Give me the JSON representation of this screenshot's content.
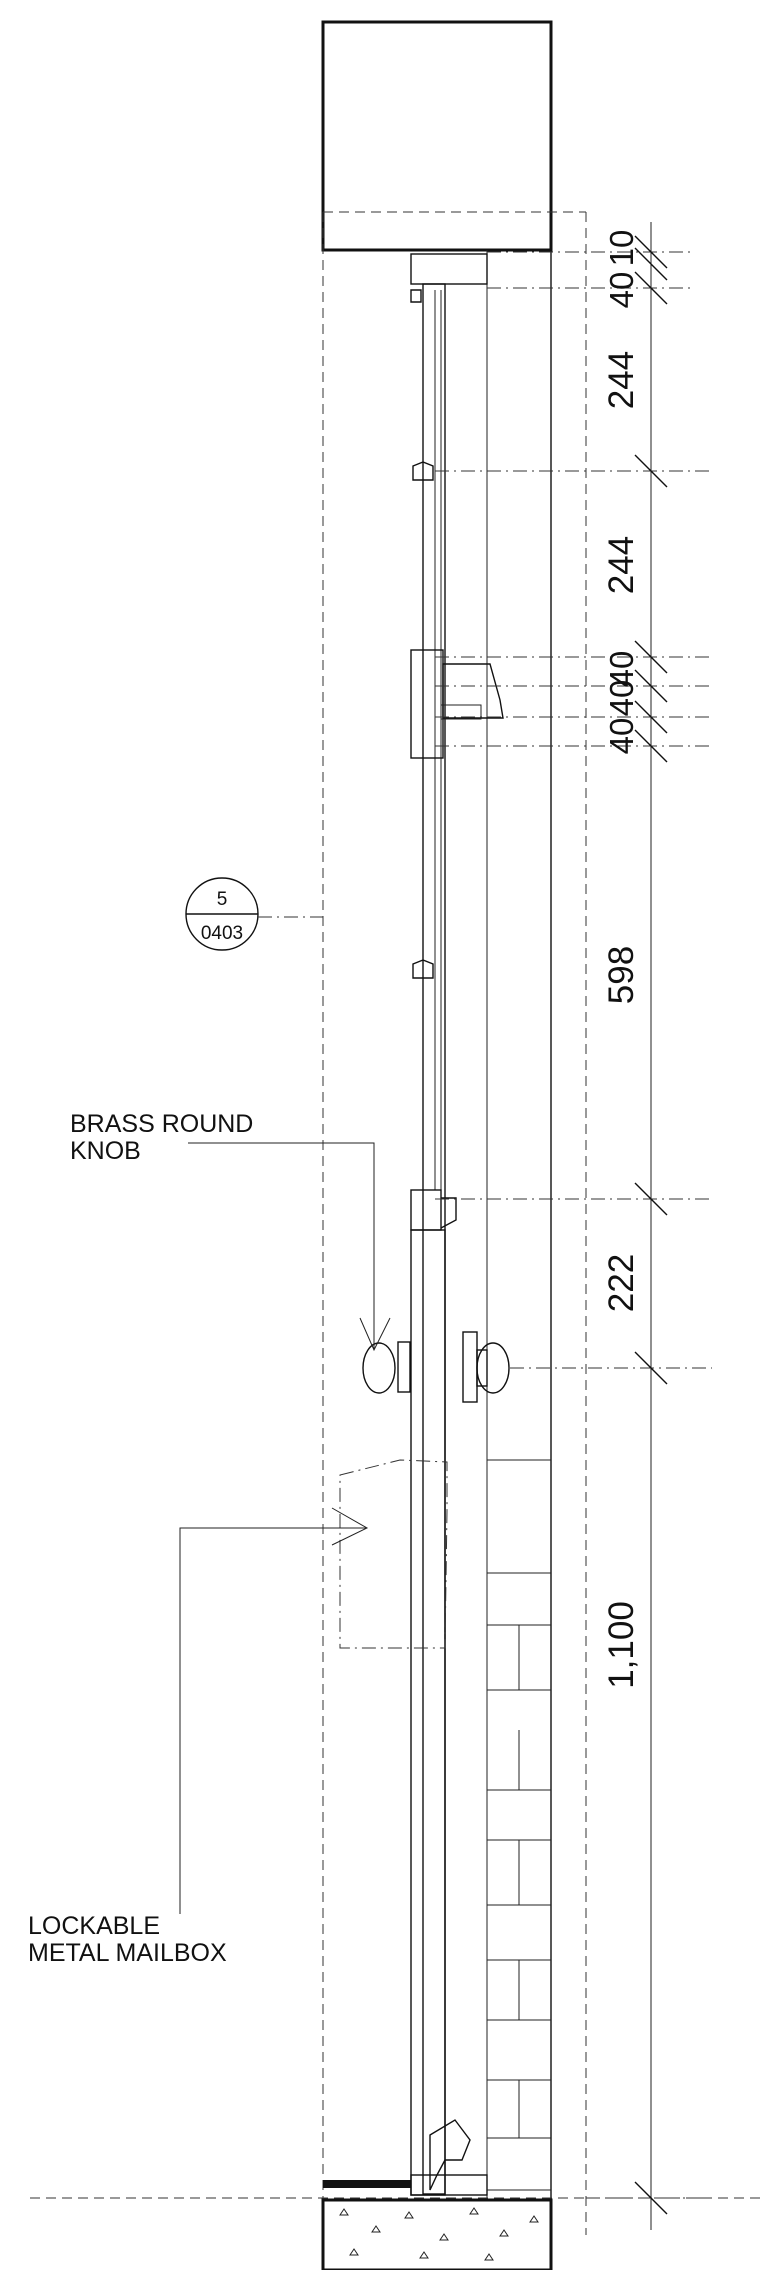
{
  "drawing": {
    "type": "section elevation detail",
    "section_callout": {
      "number": "5",
      "sheet": "0403"
    },
    "labels": [
      {
        "id": "knob",
        "lines": [
          "BRASS ROUND",
          "KNOB"
        ]
      },
      {
        "id": "mailbox",
        "lines": [
          "LOCKABLE",
          "METAL MAILBOX"
        ]
      }
    ],
    "dimensions": [
      "10",
      "40",
      "244",
      "244",
      "40",
      "40",
      "40",
      "598",
      "222",
      "1,100"
    ]
  }
}
